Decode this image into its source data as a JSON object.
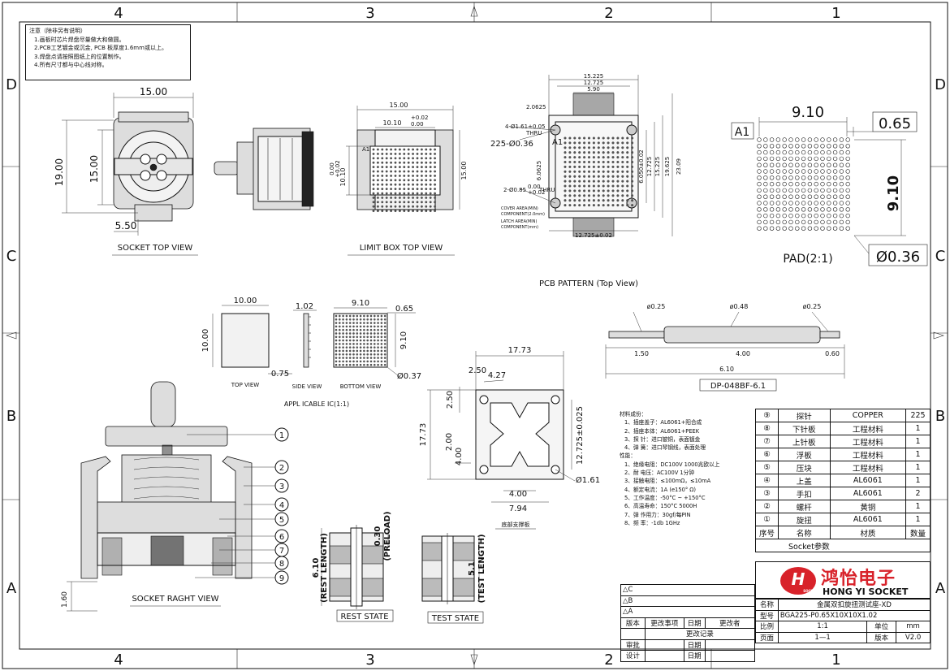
{
  "frame": {
    "cols_top": [
      "4",
      "3",
      "2",
      "1"
    ],
    "cols_bottom": [
      "4",
      "3",
      "2",
      "1"
    ],
    "rows_left": [
      "D",
      "C",
      "B",
      "A"
    ],
    "rows_right": [
      "D",
      "C",
      "B",
      "A"
    ]
  },
  "notes": {
    "title": "注意（除非另有说明）",
    "items": [
      "1.画板时芯片焊盘尽量做大和做圆。",
      "2.PCB工艺镀金或沉金, PCB 板厚度1.6mm或以上。",
      "3.焊盘点请按照图纸上的位置制作。",
      "4.所有尺寸都与中心线对称。"
    ]
  },
  "views": {
    "socket_top": {
      "label": "SOCKET TOP VIEW",
      "dims": [
        "15.00",
        "19.00",
        "15.00",
        "5.50"
      ]
    },
    "limit_box": {
      "label": "LIMIT BOX   TOP VIEW",
      "dims": [
        "15.00",
        "10.10",
        "+0.02",
        "0.00",
        "10.10",
        "+0.02",
        "0.00",
        "15.00",
        "A1"
      ]
    },
    "pcb_pattern": {
      "label": "PCB PATTERN (Top View)",
      "dims": [
        "15.225",
        "12.725",
        "5.90",
        "2.0625",
        "4-Ø1.61±0.05",
        "THRU",
        "A1",
        "225-Ø0.36",
        "2-Ø0.85",
        "0.00",
        "+0.02",
        "THRU",
        "6.0625",
        "6.050±0.02",
        "12.725",
        "15.225",
        "19.625",
        "23.09",
        "12.725±0.02"
      ],
      "notes": [
        "COVER AREA(MIN)",
        "COMPONENT(2.0mm)",
        "LATCH AREA(MIN)",
        "COMPONENT(mm)"
      ]
    },
    "pad": {
      "label": "PAD(2:1)",
      "dims": [
        "9.10",
        "0.65",
        "A1",
        "9.10",
        "Ø0.36"
      ]
    },
    "ic": {
      "label": "APPL ICABLE IC(1:1)",
      "top_label": "TOP VIEW",
      "side_label": "SIDE VIEW",
      "bottom_label": "BOTTOM VIEW",
      "dims": [
        "10.00",
        "10.00",
        "1.02",
        "0.75",
        "9.10",
        "0.65",
        "9.10",
        "Ø0.37"
      ]
    },
    "pin": {
      "label": "DP-048BF-6.1",
      "dims": [
        "ø0.25",
        "ø0.48",
        "ø0.25",
        "1.50",
        "4.00",
        "0.60",
        "6.10"
      ]
    },
    "bottom_plate": {
      "label": "底部支撑板",
      "dims": [
        "17.73",
        "2.50",
        "4.27",
        "2.50",
        "17.73",
        "2.00",
        "4.00",
        "12.725±0.025",
        "Ø1.61",
        "4.00",
        "7.94"
      ]
    },
    "socket_right": {
      "label": "SOCKET RAGHT VIEW",
      "dims": [
        "1.60"
      ],
      "balloons": [
        "1",
        "2",
        "3",
        "4",
        "5",
        "6",
        "7",
        "8",
        "9"
      ]
    },
    "rest_state": {
      "label": "REST STATE",
      "dims": [
        "6.10",
        "(REST LENGTH)",
        "0.30",
        "(PRELOAD)"
      ]
    },
    "test_state": {
      "label": "TEST STATE",
      "dims": [
        "5.1",
        "(TEST LENGTH)"
      ]
    }
  },
  "specs": {
    "material_title": "材料成份：",
    "materials": [
      "1、插座盖子：AL6061+阳合成",
      "2、插座本体：AL6061+PEEK",
      "3、探 针：进口铍铜，表面镀金",
      "4、弹 簧：进口琴钢线，表面处理"
    ],
    "perf_title": "性能：",
    "perf": [
      "1、绝缘电阻：DC100V 1000兆欧以上",
      "2、耐 电压：AC100V 1分钟",
      "3、接触电阻：≤100mΩ，≤10mA",
      "4、额定电流：1A (e150°  Ω)",
      "5、工作温度：-50°C ~ +150°C",
      "6、高温寿命：150°C  5000H",
      "7、弹 作用力：30gf/每PIN",
      "8、频   率：-1db  1GHz"
    ]
  },
  "bom": {
    "rows": [
      {
        "no": "⑨",
        "name": "探针",
        "material": "COPPER",
        "qty": "225"
      },
      {
        "no": "⑧",
        "name": "下针板",
        "material": "工程材料",
        "qty": "1"
      },
      {
        "no": "⑦",
        "name": "上针板",
        "material": "工程材料",
        "qty": "1"
      },
      {
        "no": "⑥",
        "name": "浮板",
        "material": "工程材料",
        "qty": "1"
      },
      {
        "no": "⑤",
        "name": "压块",
        "material": "工程材料",
        "qty": "1"
      },
      {
        "no": "④",
        "name": "上盖",
        "material": "AL6061",
        "qty": "1"
      },
      {
        "no": "③",
        "name": "手扣",
        "material": "AL6061",
        "qty": "2"
      },
      {
        "no": "②",
        "name": "螺杆",
        "material": "黄铜",
        "qty": "1"
      },
      {
        "no": "①",
        "name": "旋扭",
        "material": "AL6061",
        "qty": "1"
      }
    ],
    "header": {
      "no": "序号",
      "name": "名称",
      "material": "材质",
      "qty": "数量"
    },
    "caption": "Socket参数"
  },
  "title_block": {
    "rev_rows": [
      "△C",
      "△B",
      "△A"
    ],
    "rev_header": [
      "版本",
      "更改事项",
      "日期",
      "更改者"
    ],
    "change_log": "更改记录",
    "approve": "审批",
    "design": "设计",
    "date": "日期",
    "company_cn": "鸿怡电子",
    "company_en": "HONG YI SOCKET",
    "logo_small": "SOCKET",
    "name_label": "名称",
    "name_value": "金属双扣旋扭测试座-XD",
    "model_label": "型号",
    "model_value": "BGA225-P0.65X10X10X1.02",
    "scale_label": "比例",
    "scale_value": "1:1",
    "unit_label": "单位",
    "unit_value": "mm",
    "page_label": "页面",
    "page_value": "1—1",
    "version_label": "版本",
    "version_value": "V2.0"
  },
  "colors": {
    "logo_red": "#d8222a",
    "ink": "#111111"
  }
}
